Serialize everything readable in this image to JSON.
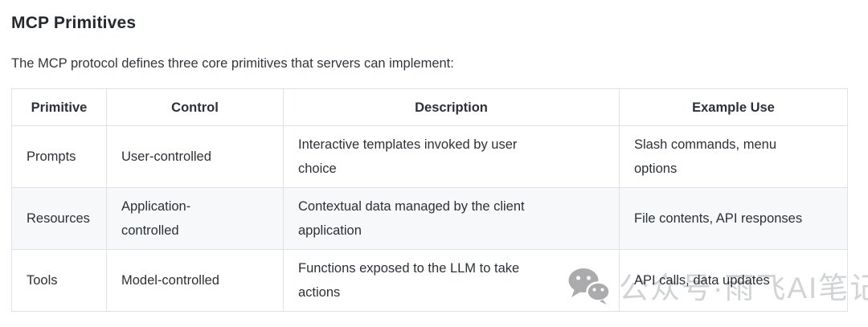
{
  "page": {
    "title": "MCP Primitives",
    "intro": "The MCP protocol defines three core primitives that servers can implement:"
  },
  "table": {
    "headers": {
      "primitive": "Primitive",
      "control": "Control",
      "description": "Description",
      "example": "Example Use"
    },
    "rows": [
      {
        "primitive": "Prompts",
        "control": "User-controlled",
        "description": "Interactive templates invoked by user choice",
        "example": "Slash commands, menu options"
      },
      {
        "primitive": "Resources",
        "control": "Application-controlled",
        "description": "Contextual data managed by the client application",
        "example": "File contents, API responses"
      },
      {
        "primitive": "Tools",
        "control": "Model-controlled",
        "description": "Functions exposed to the LLM to take actions",
        "example": "API calls, data updates"
      }
    ]
  },
  "watermark": {
    "icon": "wechat-icon",
    "label": "公众号·雨飞AI笔记"
  },
  "colors": {
    "text": "#2b3137",
    "heading": "#24292f",
    "table_border": "#dde2e7",
    "row_alt_bg": "#f6f8fa",
    "watermark_icon": "#ababad",
    "watermark_text": "#d2d3d5"
  }
}
